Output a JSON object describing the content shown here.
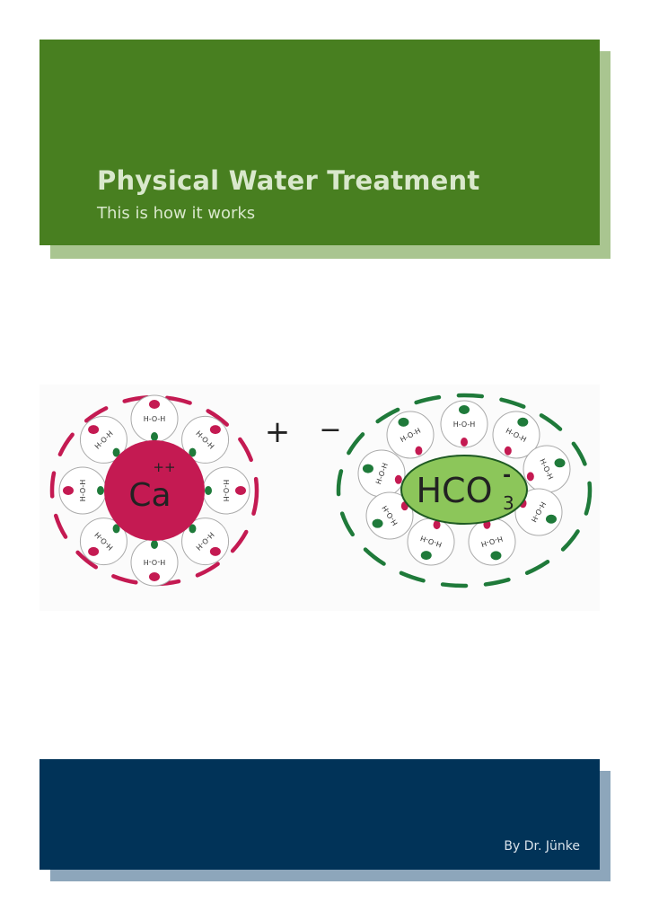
{
  "header": {
    "title": "Physical Water Treatment",
    "subtitle": "This is how it works"
  },
  "diagram": {
    "cation_label": "Ca",
    "cation_charge": "++",
    "anion_label": "HCO",
    "anion_subscript": "3",
    "anion_charge": "-",
    "plus_sign": "+",
    "minus_sign": "−",
    "water_label": "H-O-H",
    "colors": {
      "cation": "#c41a52",
      "anion": "#8cc65a",
      "shell_green": "#1f7a3a",
      "shell_red": "#c41a52"
    }
  },
  "footer": {
    "author": "By Dr. Jünke"
  }
}
